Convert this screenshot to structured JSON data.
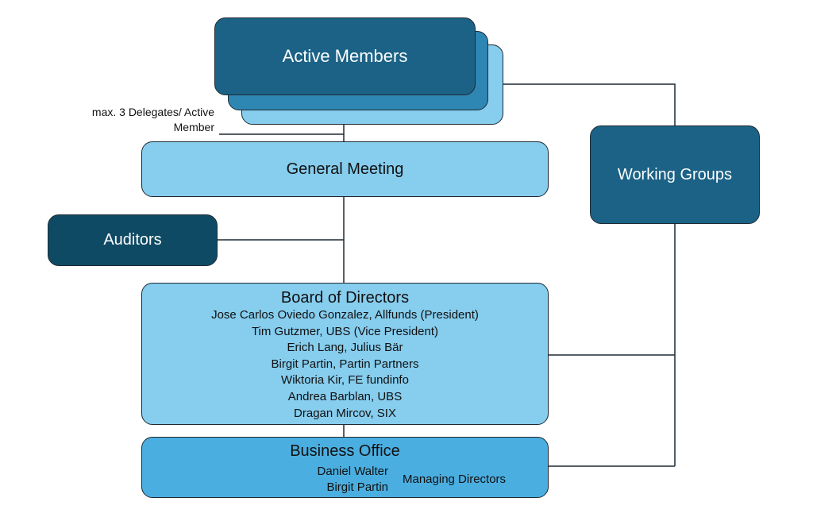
{
  "active_members": "Active Members",
  "delegates_note": "max. 3 Delegates/ Active Member",
  "delegates_note_line1": "max. 3 Delegates/ Active",
  "delegates_note_line2": "Member",
  "general_meeting": "General Meeting",
  "working_groups": "Working Groups",
  "auditors": "Auditors",
  "board": {
    "title": "Board of Directors",
    "members": [
      "Jose Carlos Oviedo Gonzalez, Allfunds (President)",
      "Tim Gutzmer, UBS (Vice President)",
      "Erich Lang, Julius Bär",
      "Birgit Partin, Partin Partners",
      "Wiktoria Kir, FE fundinfo",
      "Andrea Barblan, UBS",
      "Dragan Mircov, SIX"
    ]
  },
  "business_office": {
    "title": "Business Office",
    "directors": [
      "Daniel Walter",
      "Birgit Partin"
    ],
    "role": "Managing Directors"
  },
  "colors": {
    "dark_box": "#1b6286",
    "darkest_box": "#0f4a64",
    "light_box": "#86cdee",
    "office_box": "#4aaee0"
  }
}
